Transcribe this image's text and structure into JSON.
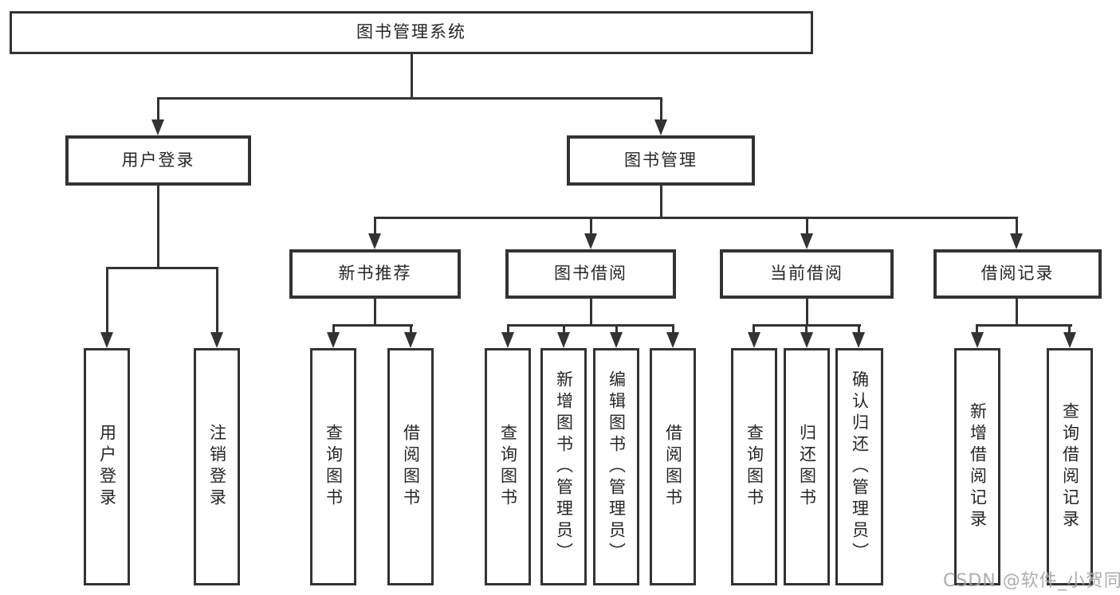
{
  "nodes": {
    "root": "图书管理系统",
    "user_login": "用户登录",
    "book_management": "图书管理",
    "new_book_recommend": "新书推荐",
    "book_borrow": "图书借阅",
    "current_borrow": "当前借阅",
    "borrow_records": "借阅记录",
    "user_login_leaf": "用户登录",
    "logout_leaf": "注销登录",
    "query_books_1": "查询图书",
    "borrow_books_1": "借阅图书",
    "query_books_2": "查询图书",
    "add_books_admin": "新增图书（管理员）",
    "edit_books_admin": "编辑图书（管理员）",
    "borrow_books_2": "借阅图书",
    "query_books_3": "查询图书",
    "return_books": "归还图书",
    "confirm_return_admin": "确认归还（管理员）",
    "add_borrow_record": "新增借阅记录",
    "query_borrow_record": "查询借阅记录"
  },
  "structure": {
    "root": [
      "user_login",
      "book_management"
    ],
    "user_login": [
      "user_login_leaf",
      "logout_leaf"
    ],
    "book_management": [
      "new_book_recommend",
      "book_borrow",
      "current_borrow",
      "borrow_records"
    ],
    "new_book_recommend": [
      "query_books_1",
      "borrow_books_1"
    ],
    "book_borrow": [
      "query_books_2",
      "add_books_admin",
      "edit_books_admin",
      "borrow_books_2"
    ],
    "current_borrow": [
      "query_books_3",
      "return_books",
      "confirm_return_admin"
    ],
    "borrow_records": [
      "add_borrow_record",
      "query_borrow_record"
    ]
  },
  "watermark": "CSDN @软件_小贺同学",
  "colors": {
    "line": "#333333",
    "text": "#262626",
    "background": "#ffffff",
    "watermark": "#9f9f9f"
  }
}
